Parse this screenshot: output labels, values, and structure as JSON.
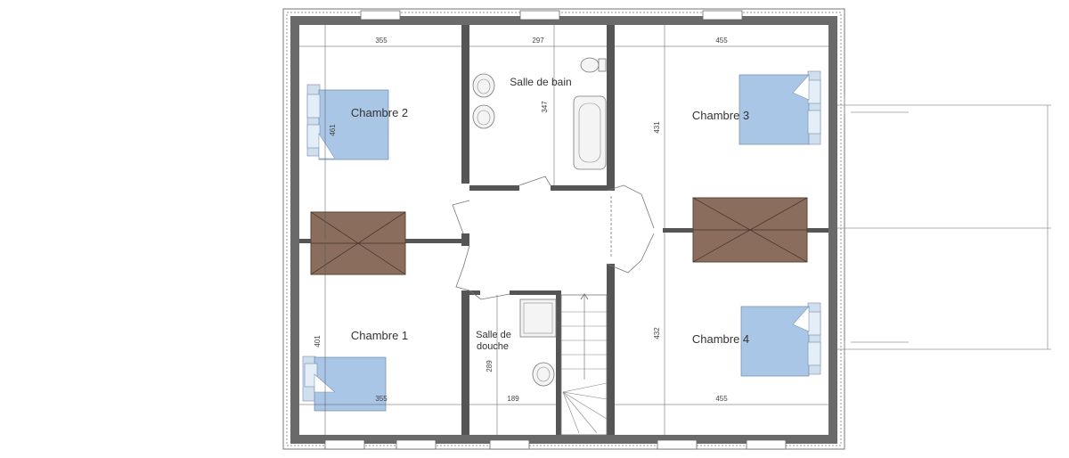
{
  "rooms": {
    "chambre2": "Chambre 2",
    "salle_de_bain": "Salle de bain",
    "chambre3": "Chambre 3",
    "chambre1": "Chambre 1",
    "salle_de_douche_1": "Salle de",
    "salle_de_douche_2": "douche",
    "chambre4": "Chambre 4"
  },
  "dimensions": {
    "top_left_width": "355",
    "top_mid_width": "297",
    "top_right_width": "455",
    "chambre2_depth": "461",
    "bathroom_depth": "347",
    "chambre3_depth": "431",
    "chambre1_depth": "401",
    "shower_depth": "289",
    "chambre4_depth": "432",
    "bottom_left_width": "355",
    "bottom_mid_width": "189",
    "bottom_right_width": "455"
  },
  "colors": {
    "wall": "#6a6a6a",
    "bed": "#aac6e6",
    "wardrobe": "#8a6d5c"
  }
}
